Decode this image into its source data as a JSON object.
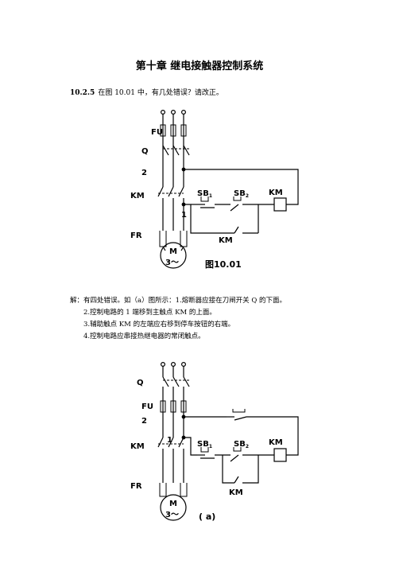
{
  "title": "第十章  继电接触器控制系统",
  "question": {
    "number": "10.2.5",
    "text": "在图 10.01 中，有几处错误？请改正。"
  },
  "figure1": {
    "labels": {
      "fu": "FU",
      "q": "Q",
      "node2": "2",
      "km_main": "KM",
      "node1": "1",
      "fr": "FR",
      "motor_m": "M",
      "motor_phase": "3～",
      "sb1": "SB",
      "sb1_sub": "1",
      "sb2": "SB",
      "sb2_sub": "2",
      "km_coil": "KM",
      "km_aux": "KM"
    },
    "caption": "图10.01"
  },
  "answer": {
    "lines": [
      "解：有四处错误。如（a）图所示：1.熔断器应接在刀闸开关 Q 的下面。",
      "2.控制电路的 1 端移到主触点 KM 的上面。",
      "3.辅助触点 KM 的左端应右移到停车按钮的右端。",
      "4.控制电路应串接热继电器的常闭触点。"
    ]
  },
  "figure2": {
    "labels": {
      "q": "Q",
      "fu": "FU",
      "node2": "2",
      "km_main": "KM",
      "node1": "1",
      "fr": "FR",
      "motor_m": "M",
      "motor_phase": "3～",
      "sb1": "SB",
      "sb1_sub": "1",
      "sb2": "SB",
      "sb2_sub": "2",
      "km_coil": "KM",
      "km_aux": "KM"
    },
    "caption": "( a)"
  }
}
